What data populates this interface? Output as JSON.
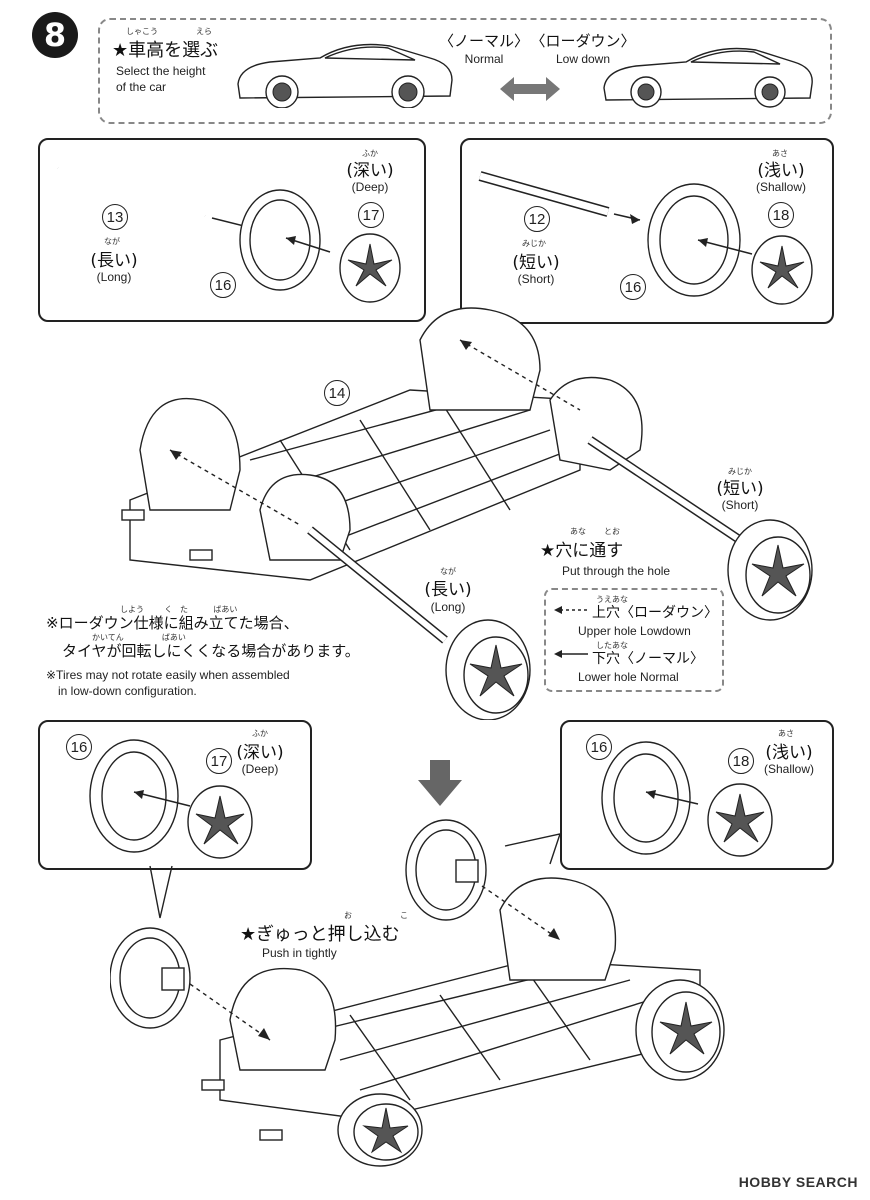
{
  "step": {
    "number": "8"
  },
  "height_select": {
    "title_jp": "★車高を選ぶ",
    "ruby_shakou": "しゃこう",
    "ruby_erabu": "えら",
    "title_en_line1": "Select the height",
    "title_en_line2": "of the car",
    "normal_jp": "〈ノーマル〉",
    "normal_en": "Normal",
    "lowdown_jp": "〈ローダウン〉",
    "lowdown_en": "Low down"
  },
  "top_left_panel": {
    "shaft_part": "13",
    "long_ruby": "なが",
    "long_jp": "(長い)",
    "long_en": "(Long)",
    "tire_part": "16",
    "deep_ruby": "ふか",
    "deep_jp": "(深い)",
    "deep_en": "(Deep)",
    "wheel_part": "17"
  },
  "top_right_panel": {
    "shaft_part": "12",
    "short_ruby": "みじか",
    "short_jp": "(短い)",
    "short_en": "(Short)",
    "tire_part": "16",
    "shallow_ruby": "あさ",
    "shallow_jp": "(浅い)",
    "shallow_en": "(Shallow)",
    "wheel_part": "18"
  },
  "chassis": {
    "chassis_part": "14",
    "short_ruby": "みじか",
    "short_jp": "(短い)",
    "short_en": "(Short)",
    "long_ruby": "なが",
    "long_jp": "(長い)",
    "long_en": "(Long)",
    "through_ruby_ana": "あな",
    "through_ruby_too": "とお",
    "through_jp": "★穴に通す",
    "through_en": "Put through the hole"
  },
  "hole_legend": {
    "upper_ruby": "うえあな",
    "upper_jp": "上穴〈ローダウン〉",
    "upper_en": "Upper hole  Lowdown",
    "lower_ruby": "したあな",
    "lower_jp": "下穴〈ノーマル〉",
    "lower_en": "Lower hole  Normal"
  },
  "note": {
    "ruby_line1": "しよう        く   た          ばあい",
    "jp_line1": "※ローダウン仕様に組み立てた場合、",
    "ruby_line2": "かいてん               ばあい",
    "jp_line2": "タイヤが回転しにくくなる場合があります。",
    "en_line1": "※Tires may not rotate easily when assembled",
    "en_line2": "in low-down configuration."
  },
  "bottom_left_panel": {
    "tire_part": "16",
    "deep_ruby": "ふか",
    "deep_jp": "(深い)",
    "deep_en": "(Deep)",
    "wheel_part": "17"
  },
  "bottom_right_panel": {
    "tire_part": "16",
    "shallow_ruby": "あさ",
    "shallow_jp": "(浅い)",
    "shallow_en": "(Shallow)",
    "wheel_part": "18"
  },
  "push": {
    "ruby_o": "お",
    "ruby_ko": "こ",
    "push_jp": "★ぎゅっと押し込む",
    "push_en": "Push in tightly"
  },
  "watermark": {
    "text": "HOBBY SEARCH"
  }
}
